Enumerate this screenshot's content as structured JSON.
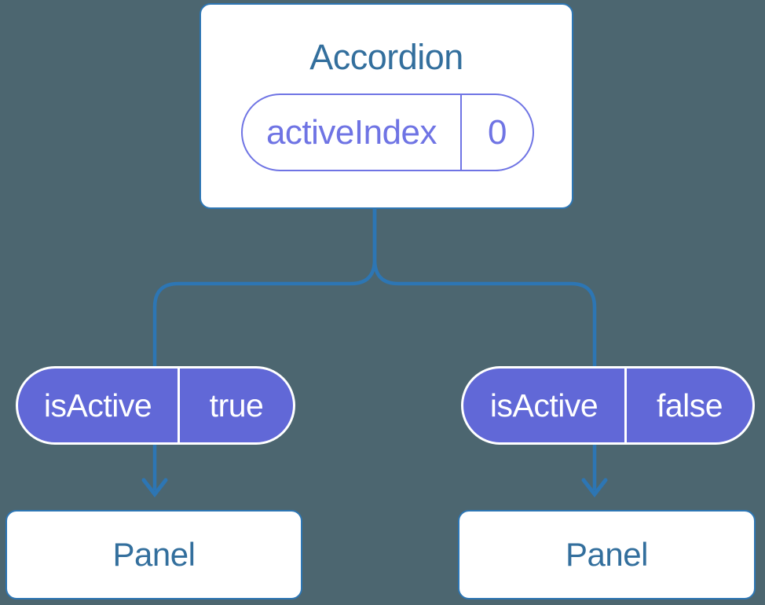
{
  "colors": {
    "background": "#4C6670",
    "connector": "#2D76B4",
    "node_border": "#2D76B4",
    "node_background": "#FFFFFF",
    "node_title_text": "#336F9D",
    "state_pill_outline": "#6F74E4",
    "prop_pill_fill": "#6168D7",
    "prop_pill_text": "#FFFFFF"
  },
  "tree": {
    "root": {
      "title": "Accordion",
      "state": {
        "name": "activeIndex",
        "value": "0"
      }
    },
    "branches": [
      {
        "prop": {
          "name": "isActive",
          "value": "true"
        },
        "child": {
          "title": "Panel"
        }
      },
      {
        "prop": {
          "name": "isActive",
          "value": "false"
        },
        "child": {
          "title": "Panel"
        }
      }
    ]
  }
}
